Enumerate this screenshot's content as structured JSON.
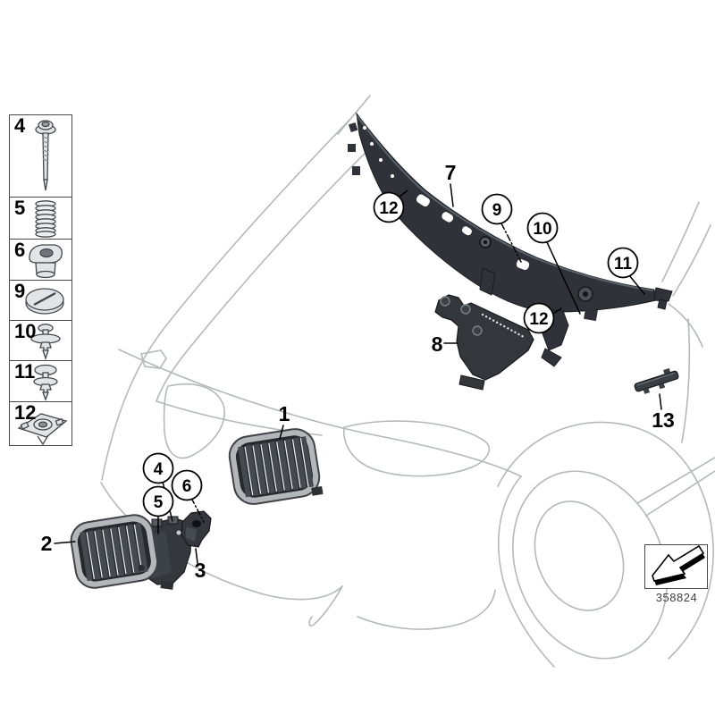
{
  "sidebar": {
    "items": [
      {
        "label": "4",
        "icon": "screw-icon"
      },
      {
        "label": "5",
        "icon": "spring-icon"
      },
      {
        "label": "6",
        "icon": "grommet-icon"
      },
      {
        "label": "9",
        "icon": "cover-cap-icon"
      },
      {
        "label": "10",
        "icon": "expanding-rivet-icon"
      },
      {
        "label": "11",
        "icon": "push-rivet-icon"
      },
      {
        "label": "12",
        "icon": "clip-nut-icon"
      }
    ]
  },
  "callouts": [
    {
      "label": "1",
      "circled": false
    },
    {
      "label": "2",
      "circled": false
    },
    {
      "label": "3",
      "circled": false
    },
    {
      "label": "4",
      "circled": true
    },
    {
      "label": "5",
      "circled": true
    },
    {
      "label": "6",
      "circled": true
    },
    {
      "label": "7",
      "circled": false
    },
    {
      "label": "8",
      "circled": false
    },
    {
      "label": "9",
      "circled": true
    },
    {
      "label": "10",
      "circled": true
    },
    {
      "label": "11",
      "circled": true
    },
    {
      "label": "12",
      "circled": true
    },
    {
      "label": "12",
      "circled": true
    },
    {
      "label": "13",
      "circled": false
    }
  ],
  "legend": {
    "part_number": "358824",
    "icon": "direction-arrow-icon"
  },
  "colors": {
    "part_dark": "#2f3339",
    "chrome": "#b4b7ba",
    "body_outline": "#b5b8bb",
    "callout_text": "#000000",
    "part_number_text": "#3f3f3f",
    "background": "#ffffff"
  }
}
